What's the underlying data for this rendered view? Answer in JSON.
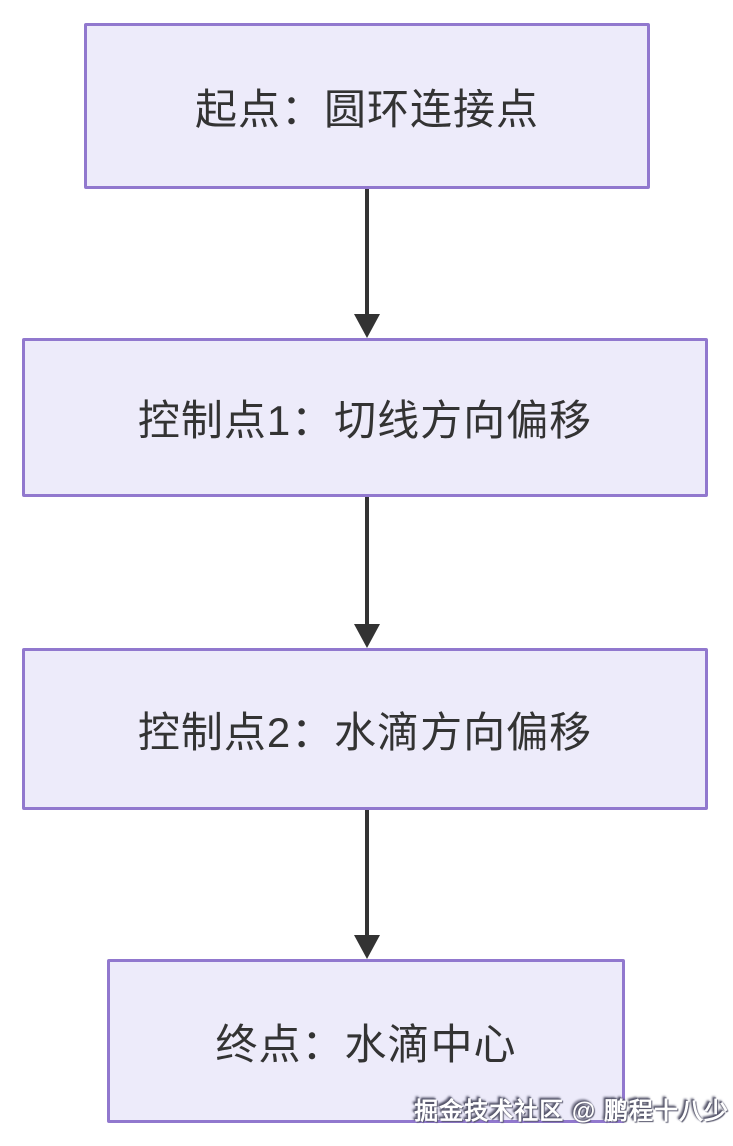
{
  "diagram": {
    "type": "flowchart",
    "direction": "top-down",
    "nodes": [
      {
        "id": "start",
        "label": "起点：圆环连接点"
      },
      {
        "id": "control1",
        "label": "控制点1：切线方向偏移"
      },
      {
        "id": "control2",
        "label": "控制点2：水滴方向偏移"
      },
      {
        "id": "end",
        "label": "终点：水滴中心"
      }
    ],
    "edges": [
      {
        "from": "start",
        "to": "control1"
      },
      {
        "from": "control1",
        "to": "control2"
      },
      {
        "from": "control2",
        "to": "end"
      }
    ]
  },
  "watermark": {
    "text": "掘金技术社区 @ 鹏程十八少"
  },
  "colors": {
    "background": "#ffffff",
    "node_fill": "#edebfa",
    "node_border": "#9178ce",
    "node_text": "#333333",
    "arrow": "#333333",
    "watermark_text": "#ffffff",
    "watermark_shadow": "#55556a"
  }
}
